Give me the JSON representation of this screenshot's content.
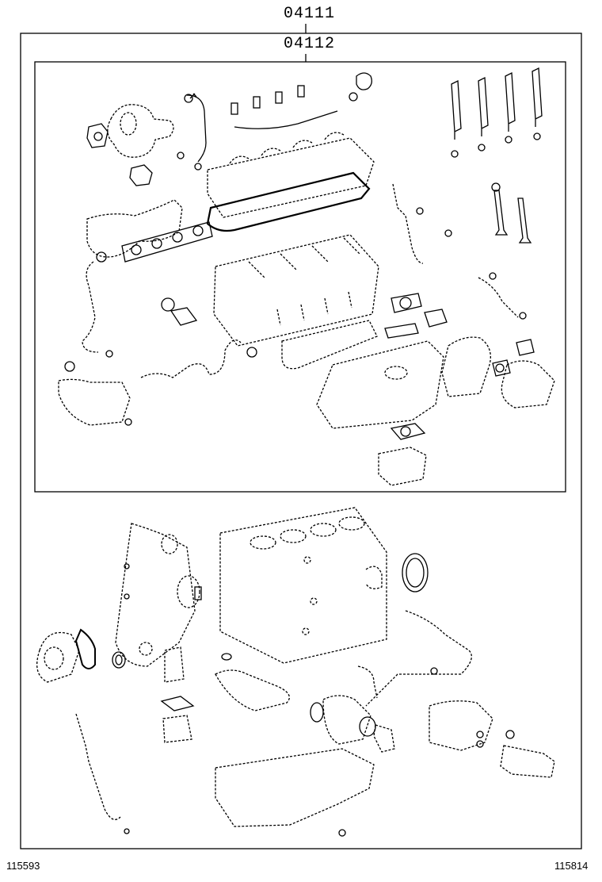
{
  "labels": {
    "outer_part_no": "04111",
    "inner_part_no": "04112",
    "footer_left": "115593",
    "footer_right": "115814"
  },
  "colors": {
    "line": "#000000",
    "background": "#ffffff"
  }
}
